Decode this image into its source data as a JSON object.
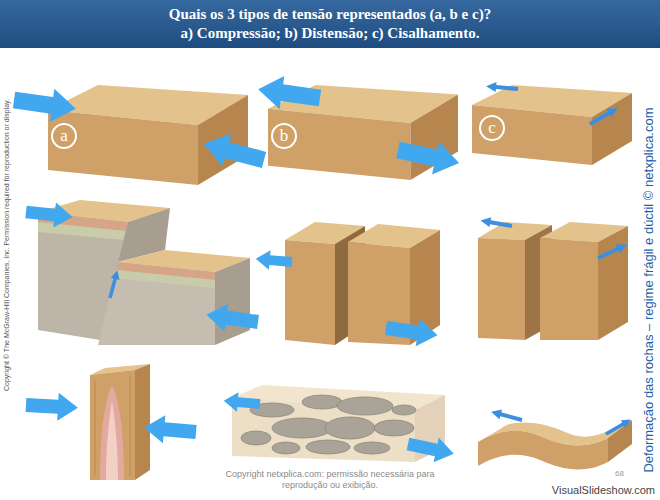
{
  "diagram": {
    "title": "Quais os 3 tipos de tensão representados (a, b e c)?",
    "nodes": [
      {
        "text": [
          "a"
        ]
      },
      {
        "text": [
          "b"
        ]
      },
      {
        "text": [
          "c"
        ]
      }
    ],
    "labels": [
      "a) Compressão; b) Distensão; c) Cisalhamento.",
      "Copyright © The McGraw-Hill Companies, Inc. Permission required for reproduction or display.",
      "Deformação das rochas – regime frágil e dúctil © netxplica.com",
      "Copyright netxplica.com: permissão necessária para reprodução ou exibição.",
      "68",
      "VisualSlideshow.com"
    ]
  }
}
